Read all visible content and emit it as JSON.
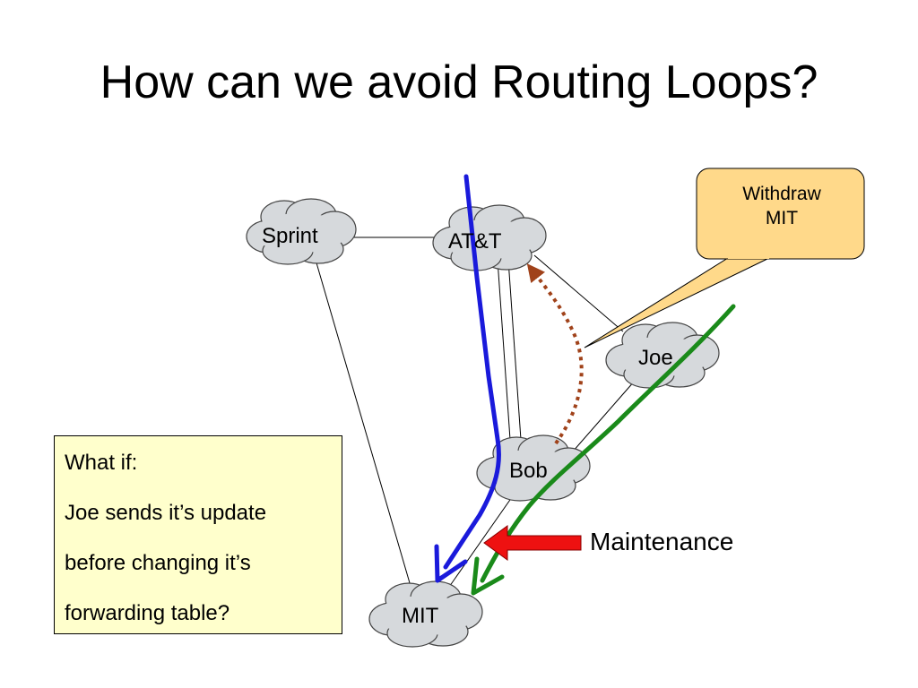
{
  "title": "How can we avoid Routing Loops?",
  "nodes": {
    "sprint": "Sprint",
    "att": "AT&T",
    "joe": "Joe",
    "bob": "Bob",
    "mit": "MIT"
  },
  "callout": {
    "line1": "Withdraw",
    "line2": "MIT",
    "fill_color": "#ffd98a"
  },
  "note": {
    "line1": "What if:",
    "line2": "Joe sends it’s update",
    "line3": "before changing it’s",
    "line4": "forwarding table?",
    "fill_color": "#ffffcc"
  },
  "maintenance_label": "Maintenance",
  "colors": {
    "blue_path": "#1a1adb",
    "green_path": "#1a8a1a",
    "dotted_update": "#a0421a",
    "maintenance_arrow": "#ee1111",
    "cloud_fill": "#d6d9dc"
  }
}
